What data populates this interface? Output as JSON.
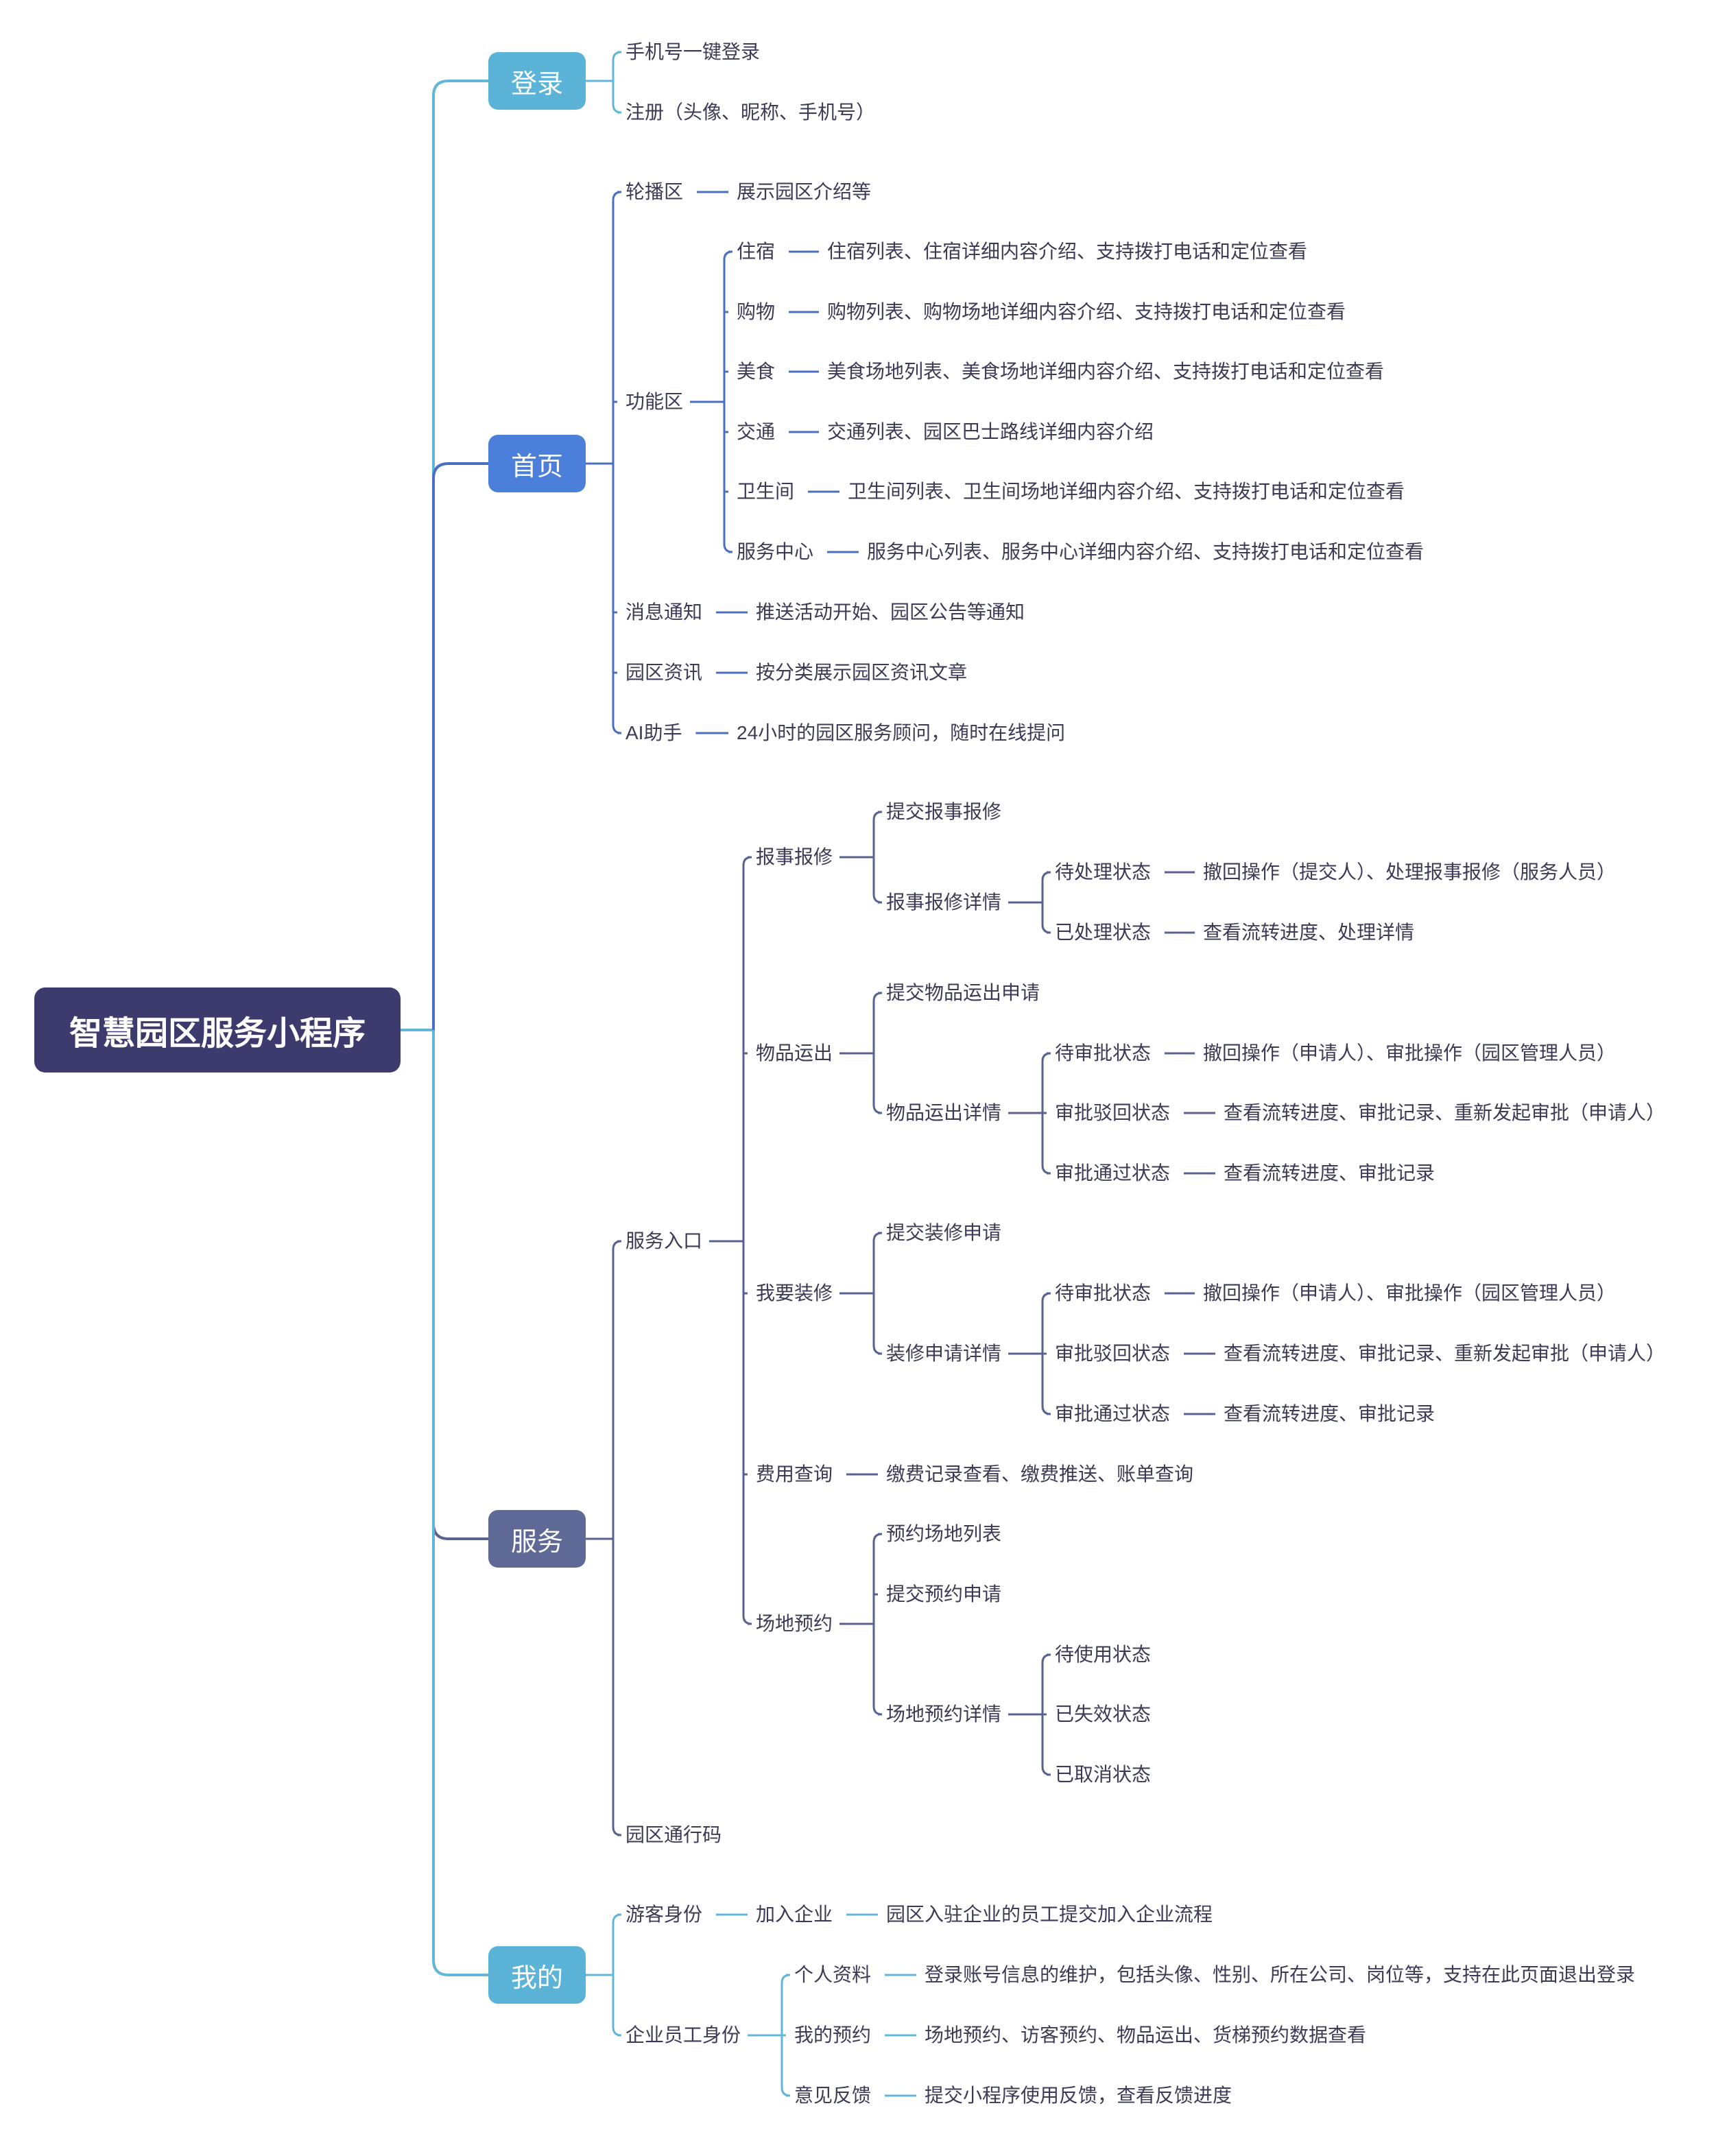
{
  "colors": {
    "root": "#3d3b6e",
    "login": "#5bb4d8",
    "home": "#4c7fd9",
    "service": "#5e6996",
    "mine": "#5bb4d8",
    "homeLine": "#4a6fc2",
    "serviceLine": "#5a6290",
    "loginLine": "#62b6d9"
  },
  "root": "智慧园区服务小程序",
  "branches": [
    {
      "label": "登录",
      "color": "login",
      "children": [
        {
          "label": "手机号一键登录"
        },
        {
          "label": "注册（头像、昵称、手机号）"
        }
      ]
    },
    {
      "label": "首页",
      "color": "home",
      "children": [
        {
          "label": "轮播区",
          "children": [
            {
              "label": "展示园区介绍等"
            }
          ]
        },
        {
          "label": "功能区",
          "children": [
            {
              "label": "住宿",
              "children": [
                {
                  "label": "住宿列表、住宿详细内容介绍、支持拨打电话和定位查看"
                }
              ]
            },
            {
              "label": "购物",
              "children": [
                {
                  "label": "购物列表、购物场地详细内容介绍、支持拨打电话和定位查看"
                }
              ]
            },
            {
              "label": "美食",
              "children": [
                {
                  "label": "美食场地列表、美食场地详细内容介绍、支持拨打电话和定位查看"
                }
              ]
            },
            {
              "label": "交通",
              "children": [
                {
                  "label": "交通列表、园区巴士路线详细内容介绍"
                }
              ]
            },
            {
              "label": "卫生间",
              "children": [
                {
                  "label": "卫生间列表、卫生间场地详细内容介绍、支持拨打电话和定位查看"
                }
              ]
            },
            {
              "label": "服务中心",
              "children": [
                {
                  "label": "服务中心列表、服务中心详细内容介绍、支持拨打电话和定位查看"
                }
              ]
            }
          ]
        },
        {
          "label": "消息通知",
          "children": [
            {
              "label": "推送活动开始、园区公告等通知"
            }
          ]
        },
        {
          "label": "园区资讯",
          "children": [
            {
              "label": "按分类展示园区资讯文章"
            }
          ]
        },
        {
          "label": "AI助手",
          "children": [
            {
              "label": "24小时的园区服务顾问，随时在线提问"
            }
          ]
        }
      ]
    },
    {
      "label": "服务",
      "color": "service",
      "children": [
        {
          "label": "服务入口",
          "children": [
            {
              "label": "报事报修",
              "children": [
                {
                  "label": "提交报事报修"
                },
                {
                  "label": "报事报修详情",
                  "children": [
                    {
                      "label": "待处理状态",
                      "children": [
                        {
                          "label": "撤回操作（提交人）、处理报事报修（服务人员）"
                        }
                      ]
                    },
                    {
                      "label": "已处理状态",
                      "children": [
                        {
                          "label": "查看流转进度、处理详情"
                        }
                      ]
                    }
                  ]
                }
              ]
            },
            {
              "label": "物品运出",
              "children": [
                {
                  "label": "提交物品运出申请"
                },
                {
                  "label": "物品运出详情",
                  "children": [
                    {
                      "label": "待审批状态",
                      "children": [
                        {
                          "label": "撤回操作（申请人）、审批操作（园区管理人员）"
                        }
                      ]
                    },
                    {
                      "label": "审批驳回状态",
                      "children": [
                        {
                          "label": "查看流转进度、审批记录、重新发起审批（申请人）"
                        }
                      ]
                    },
                    {
                      "label": "审批通过状态",
                      "children": [
                        {
                          "label": "查看流转进度、审批记录"
                        }
                      ]
                    }
                  ]
                }
              ]
            },
            {
              "label": "我要装修",
              "children": [
                {
                  "label": "提交装修申请"
                },
                {
                  "label": "装修申请详情",
                  "children": [
                    {
                      "label": "待审批状态",
                      "children": [
                        {
                          "label": "撤回操作（申请人）、审批操作（园区管理人员）"
                        }
                      ]
                    },
                    {
                      "label": "审批驳回状态",
                      "children": [
                        {
                          "label": "查看流转进度、审批记录、重新发起审批（申请人）"
                        }
                      ]
                    },
                    {
                      "label": "审批通过状态",
                      "children": [
                        {
                          "label": "查看流转进度、审批记录"
                        }
                      ]
                    }
                  ]
                }
              ]
            },
            {
              "label": "费用查询",
              "children": [
                {
                  "label": "缴费记录查看、缴费推送、账单查询"
                }
              ]
            },
            {
              "label": "场地预约",
              "children": [
                {
                  "label": "预约场地列表"
                },
                {
                  "label": "提交预约申请"
                },
                {
                  "label": "场地预约详情",
                  "children": [
                    {
                      "label": "待使用状态"
                    },
                    {
                      "label": "已失效状态"
                    },
                    {
                      "label": "已取消状态"
                    }
                  ]
                }
              ]
            }
          ]
        },
        {
          "label": "园区通行码"
        }
      ]
    },
    {
      "label": "我的",
      "color": "mine",
      "children": [
        {
          "label": "游客身份",
          "children": [
            {
              "label": "加入企业",
              "children": [
                {
                  "label": "园区入驻企业的员工提交加入企业流程"
                }
              ]
            }
          ]
        },
        {
          "label": "企业员工身份",
          "children": [
            {
              "label": "个人资料",
              "children": [
                {
                  "label": "登录账号信息的维护，包括头像、性别、所在公司、岗位等，支持在此页面退出登录"
                }
              ]
            },
            {
              "label": "我的预约",
              "children": [
                {
                  "label": "场地预约、访客预约、物品运出、货梯预约数据查看"
                }
              ]
            },
            {
              "label": "意见反馈",
              "children": [
                {
                  "label": "提交小程序使用反馈，查看反馈进度"
                }
              ]
            }
          ]
        }
      ]
    }
  ]
}
